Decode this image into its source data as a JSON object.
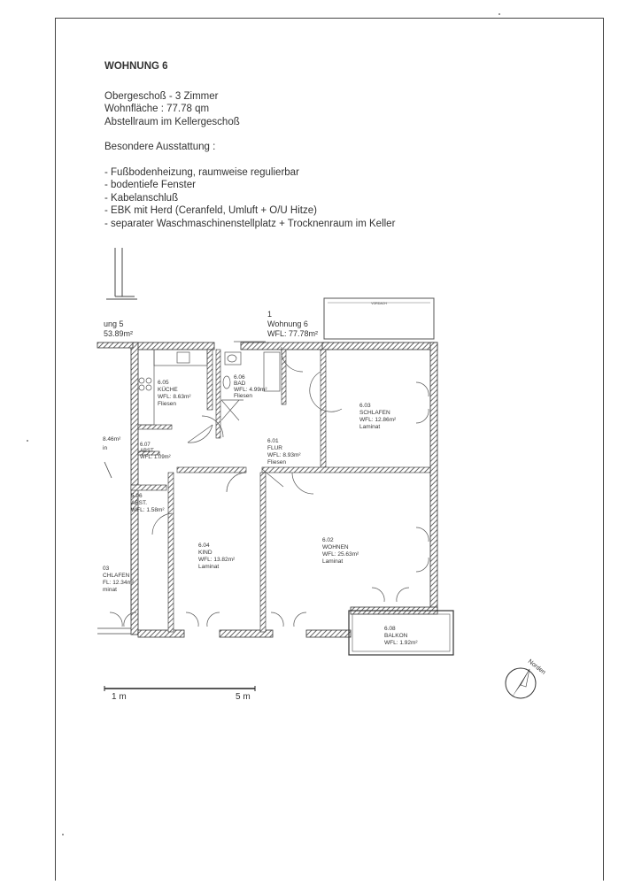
{
  "header": {
    "title": "WOHNUNG 6",
    "info_lines": [
      "Obergeschoß - 3 Zimmer",
      "Wohnfläche : 77.78 qm",
      "Abstellraum im Kellergeschoß"
    ],
    "features_heading": "Besondere Ausstattung :",
    "features": [
      "- Fußbodenheizung, raumweise regulierbar",
      "- bodentiefe Fenster",
      "- Kabelanschluß",
      "- EBK mit Herd (Ceranfeld, Umluft + O/U Hitze)",
      "- separater Waschmaschinenstellplatz + Trocknenraum im Keller"
    ]
  },
  "plan": {
    "canopy_label": "VORDACH",
    "unit_label": {
      "number": "1",
      "name": "Wohnung 6",
      "area": "WFL: 77.78m²"
    },
    "neighbor_label": {
      "name": "ung 5",
      "area": "53.89m²"
    },
    "rooms": [
      {
        "id": "6.05",
        "name": "KÜCHE",
        "area": "WFL: 8.63m²",
        "floor": "Fliesen"
      },
      {
        "id": "6.06",
        "name": "BAD",
        "area": "WFL: 4.99m²",
        "floor": "Fliesen"
      },
      {
        "id": "6.03",
        "name": "SCHLAFEN",
        "area": "WFL: 12.86m²",
        "floor": "Laminat"
      },
      {
        "id": "6.01",
        "name": "FLUR",
        "area": "WFL: 8.93m²",
        "floor": "Fliesen"
      },
      {
        "id": "6.07",
        "name": "ABST.",
        "area": "WFL: 1.09m²",
        "floor": ""
      },
      {
        "id": "5.06",
        "name": "ABST.",
        "area": "WFL: 1.58m²",
        "floor": ""
      },
      {
        "id": "6.04",
        "name": "KIND",
        "area": "WFL: 13.82m²",
        "floor": "Laminat"
      },
      {
        "id": "6.02",
        "name": "WOHNEN",
        "area": "WFL: 25.63m²",
        "floor": "Laminat"
      },
      {
        "id": "6.08",
        "name": "BALKON",
        "area": "WFL: 1.92m²",
        "floor": ""
      },
      {
        "id": "03",
        "name": "CHLAFEN",
        "area": "FL: 12.34m²",
        "floor": "minat"
      }
    ],
    "left_partial_area": "8.46m²",
    "left_partial_suffix": "in",
    "compass_label": "Norden",
    "scale": {
      "left": "1  m",
      "right": "5  m"
    }
  }
}
